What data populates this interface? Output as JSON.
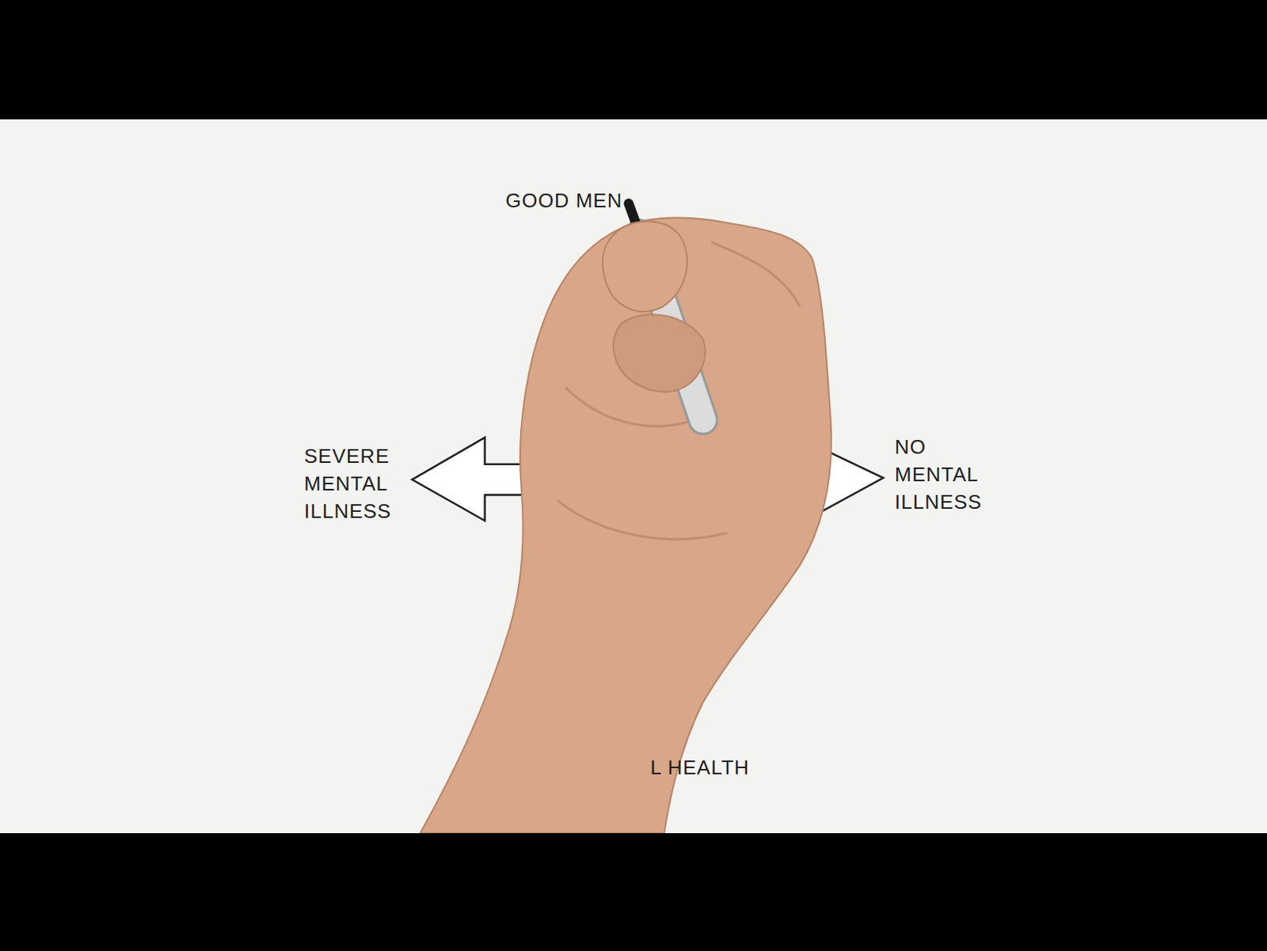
{
  "diagram": {
    "labels": [
      "GOOD MEN",
      "SEVERE MENTAL ILLNESS",
      "NO MENTAL ILLNESS",
      "L HEALTH"
    ]
  }
}
